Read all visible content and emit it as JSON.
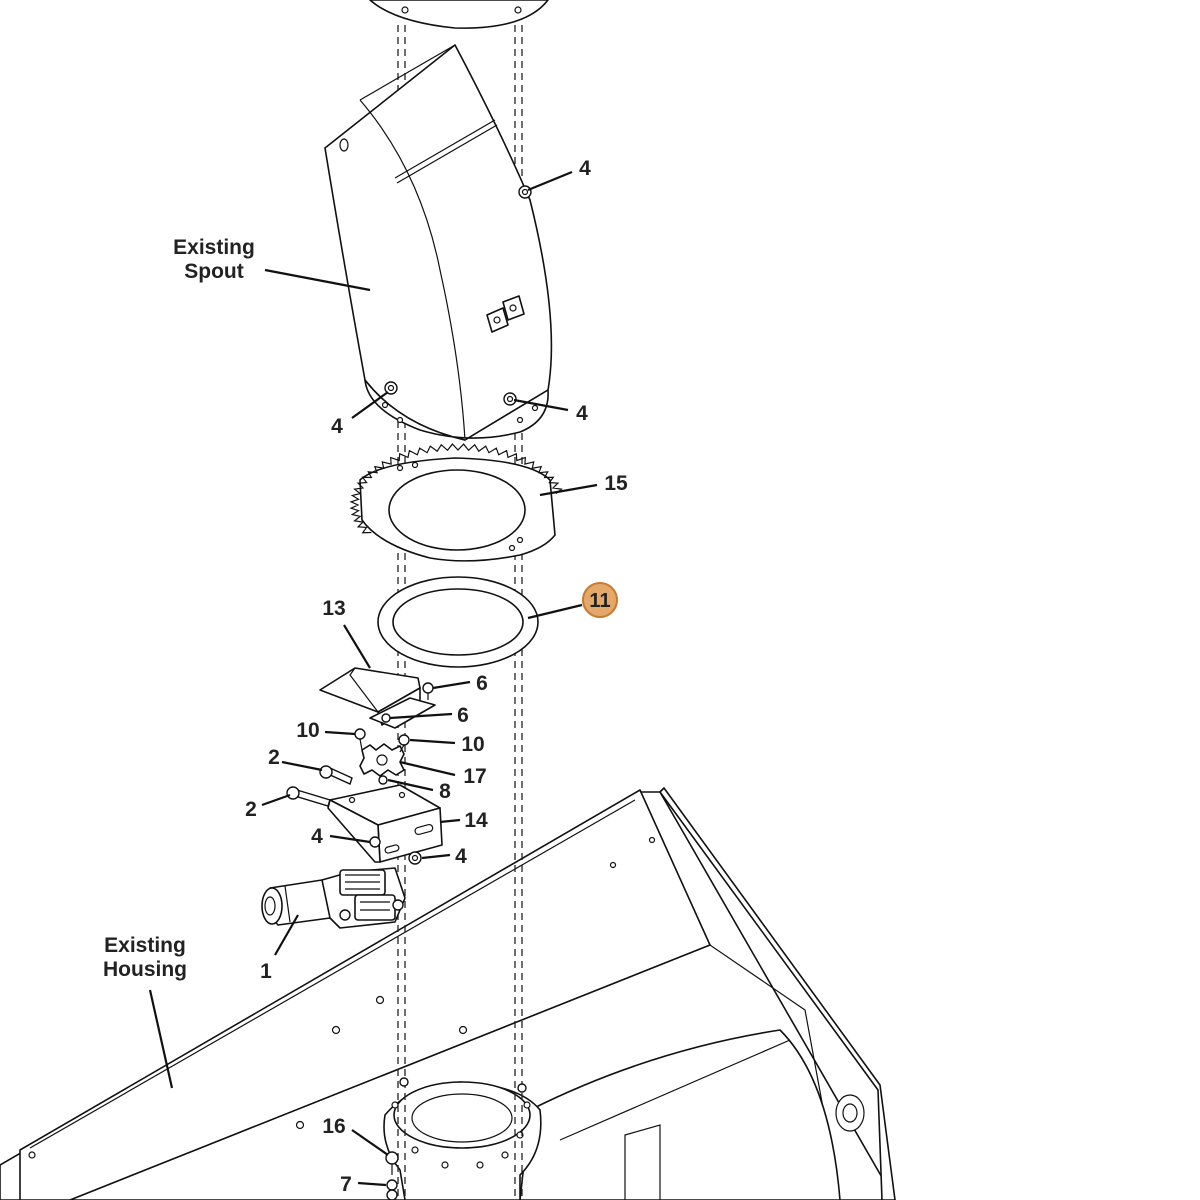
{
  "labels": {
    "existing_spout_line1": "Existing",
    "existing_spout_line2": "Spout",
    "existing_housing_line1": "Existing",
    "existing_housing_line2": "Housing"
  },
  "callouts": {
    "c4_top": "4",
    "c4_left": "4",
    "c4_right": "4",
    "c15": "15",
    "c11": "11",
    "c13": "13",
    "c6_a": "6",
    "c6_b": "6",
    "c10_left": "10",
    "c10_right": "10",
    "c2_top": "2",
    "c2_bottom": "2",
    "c17": "17",
    "c8": "8",
    "c14": "14",
    "c4_bracket_left": "4",
    "c4_bracket_right": "4",
    "c1": "1",
    "c16": "16",
    "c7": "7"
  },
  "highlight": {
    "callout": "11",
    "color": "#e4a96a"
  }
}
